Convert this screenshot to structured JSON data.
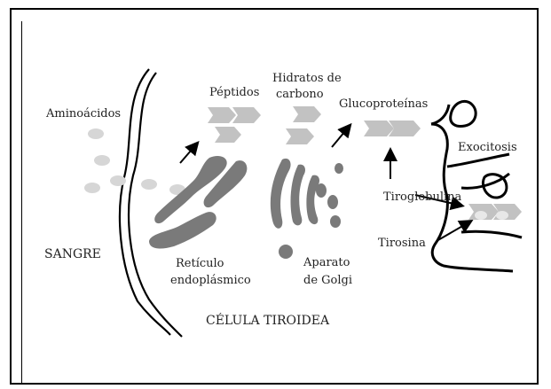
{
  "labels": {
    "aminoacidos": "Aminoácidos",
    "peptidos": "Péptidos",
    "hidratos_line1": "Hidratos de",
    "hidratos_line2": "carbono",
    "glucoproteinas": "Glucoproteínas",
    "exocitosis": "Exocitosis",
    "tiroglobulina": "Tiroglobulina",
    "tirosina": "Tirosina",
    "sangre": "SANGRE",
    "reticulo_line1": "Retículo",
    "reticulo_line2": "endoplásmico",
    "golgi_line1": "Aparato",
    "golgi_line2": "de Golgi",
    "celula": "CÉLULA TIROIDEA"
  },
  "colors": {
    "organelle": "#7a7a7a",
    "arrow_shape": "#c2c2c2",
    "dot": "#d6d6d6",
    "line": "#000000"
  }
}
